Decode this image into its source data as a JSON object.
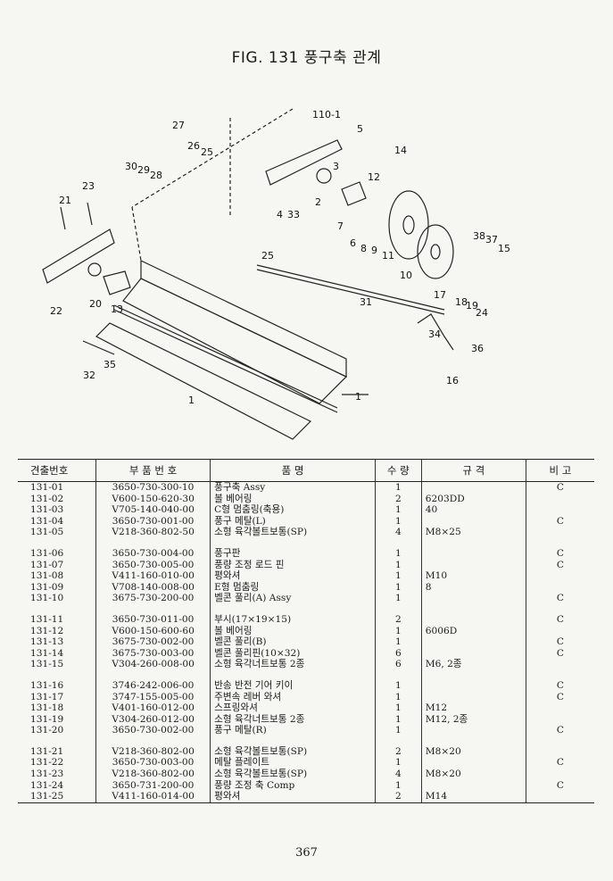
{
  "figure_title": "FIG. 131 풍구축 관계",
  "callouts": [
    "110-1",
    "27",
    "26",
    "25",
    "30",
    "29",
    "28",
    "5",
    "14",
    "3",
    "12",
    "2",
    "4",
    "23",
    "21",
    "33",
    "7",
    "6",
    "8",
    "9",
    "11",
    "10",
    "38",
    "37",
    "15",
    "25",
    "22",
    "20",
    "13",
    "17",
    "18",
    "19",
    "24",
    "31",
    "34",
    "36",
    "35",
    "32",
    "16",
    "1"
  ],
  "table": {
    "headers": [
      "견출번호",
      "부 품 번 호",
      "품          명",
      "수 량",
      "규    격",
      "비  고"
    ],
    "groups": [
      [
        {
          "no": "131-01",
          "part": "3650-730-300-10",
          "name": "풍구축 Assy",
          "qty": "1",
          "spec": "",
          "remark": "C"
        },
        {
          "no": "131-02",
          "part": "V600-150-620-30",
          "name": "볼 베어링",
          "qty": "2",
          "spec": "6203DD",
          "remark": ""
        },
        {
          "no": "131-03",
          "part": "V705-140-040-00",
          "name": "C형 멈춤링(축용)",
          "qty": "1",
          "spec": "40",
          "remark": ""
        },
        {
          "no": "131-04",
          "part": "3650-730-001-00",
          "name": "풍구 메탈(L)",
          "qty": "1",
          "spec": "",
          "remark": "C"
        },
        {
          "no": "131-05",
          "part": "V218-360-802-50",
          "name": "소형 육각볼트보통(SP)",
          "qty": "4",
          "spec": "M8×25",
          "remark": ""
        }
      ],
      [
        {
          "no": "131-06",
          "part": "3650-730-004-00",
          "name": "풍구판",
          "qty": "1",
          "spec": "",
          "remark": "C"
        },
        {
          "no": "131-07",
          "part": "3650-730-005-00",
          "name": "풍량 조정 로드 핀",
          "qty": "1",
          "spec": "",
          "remark": "C"
        },
        {
          "no": "131-08",
          "part": "V411-160-010-00",
          "name": "평와셔",
          "qty": "1",
          "spec": "M10",
          "remark": ""
        },
        {
          "no": "131-09",
          "part": "V708-140-008-00",
          "name": "E형 멈춤링",
          "qty": "1",
          "spec": "8",
          "remark": ""
        },
        {
          "no": "131-10",
          "part": "3675-730-200-00",
          "name": "벨콘 풀리(A) Assy",
          "qty": "1",
          "spec": "",
          "remark": "C"
        }
      ],
      [
        {
          "no": "131-11",
          "part": "3650-730-011-00",
          "name": "부시(17×19×15)",
          "qty": "2",
          "spec": "",
          "remark": "C"
        },
        {
          "no": "131-12",
          "part": "V600-150-600-60",
          "name": "볼 베어링",
          "qty": "1",
          "spec": "6006D",
          "remark": ""
        },
        {
          "no": "131-13",
          "part": "3675-730-002-00",
          "name": "벨콘 풀리(B)",
          "qty": "1",
          "spec": "",
          "remark": "C"
        },
        {
          "no": "131-14",
          "part": "3675-730-003-00",
          "name": "벨콘 풀리핀(10×32)",
          "qty": "6",
          "spec": "",
          "remark": "C"
        },
        {
          "no": "131-15",
          "part": "V304-260-008-00",
          "name": "소형 육각너트보통 2종",
          "qty": "6",
          "spec": "M6, 2종",
          "remark": ""
        }
      ],
      [
        {
          "no": "131-16",
          "part": "3746-242-006-00",
          "name": "반송 반전 기어 키이",
          "qty": "1",
          "spec": "",
          "remark": "C"
        },
        {
          "no": "131-17",
          "part": "3747-155-005-00",
          "name": "주변속 레버 와셔",
          "qty": "1",
          "spec": "",
          "remark": "C"
        },
        {
          "no": "131-18",
          "part": "V401-160-012-00",
          "name": "스프링와셔",
          "qty": "1",
          "spec": "M12",
          "remark": ""
        },
        {
          "no": "131-19",
          "part": "V304-260-012-00",
          "name": "소형 육각너트보통 2종",
          "qty": "1",
          "spec": "M12, 2종",
          "remark": ""
        },
        {
          "no": "131-20",
          "part": "3650-730-002-00",
          "name": "풍구 메탈(R)",
          "qty": "1",
          "spec": "",
          "remark": "C"
        }
      ],
      [
        {
          "no": "131-21",
          "part": "V218-360-802-00",
          "name": "소형 육각볼트보통(SP)",
          "qty": "2",
          "spec": "M8×20",
          "remark": ""
        },
        {
          "no": "131-22",
          "part": "3650-730-003-00",
          "name": "메탈 플레이트",
          "qty": "1",
          "spec": "",
          "remark": "C"
        },
        {
          "no": "131-23",
          "part": "V218-360-802-00",
          "name": "소형 육각볼트보통(SP)",
          "qty": "4",
          "spec": "M8×20",
          "remark": ""
        },
        {
          "no": "131-24",
          "part": "3650-731-200-00",
          "name": "풍량 조정 축 Comp",
          "qty": "1",
          "spec": "",
          "remark": "C"
        },
        {
          "no": "131-25",
          "part": "V411-160-014-00",
          "name": "평와셔",
          "qty": "2",
          "spec": "M14",
          "remark": ""
        }
      ]
    ]
  },
  "page_number": "367"
}
